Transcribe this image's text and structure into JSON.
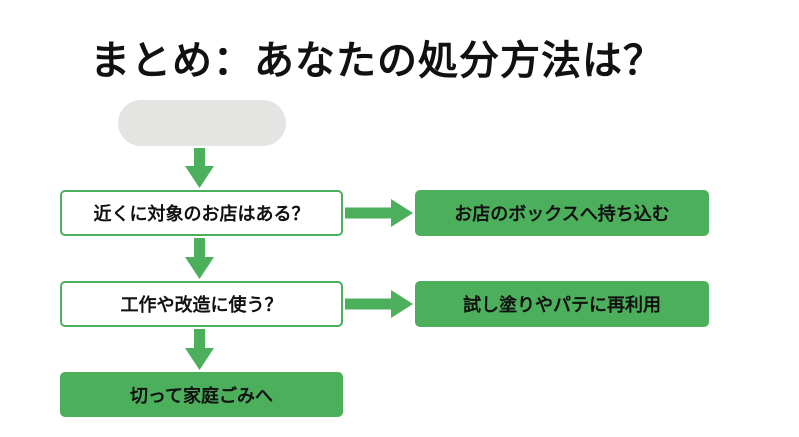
{
  "title": "まとめ：あなたの処分方法は？",
  "start_label": "",
  "nodes": {
    "q1": "近くに対象のお店はある？",
    "a1": "お店のボックスへ持ち込む",
    "q2": "工作や改造に使う？",
    "a2": "試し塗りやパテに再利用",
    "end": "切って家庭ごみへ"
  },
  "colors": {
    "accent": "#4caf5c",
    "start_fill": "#e4e4e2",
    "text": "#111111"
  }
}
